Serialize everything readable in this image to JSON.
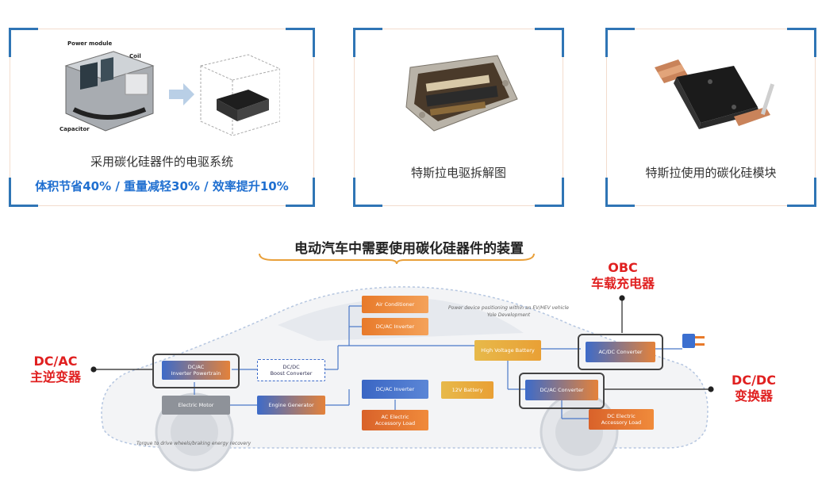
{
  "panels": [
    {
      "caption": "采用碳化硅器件的电驱系统",
      "highlight": "体积节省40% / 重量减轻30% / 效率提升10%",
      "labels": {
        "power_module": "Power module",
        "coil": "Coil",
        "capacitor": "Capacitor"
      }
    },
    {
      "caption": "特斯拉电驱拆解图"
    },
    {
      "caption": "特斯拉使用的碳化硅模块"
    }
  ],
  "diagram": {
    "title": "电动汽车中需要使用碳化硅器件的装置",
    "note": "Power device positioning within an EV/HEV vehicle\nYole Development",
    "bottom_note": "Torque to drive wheels/braking energy recovery",
    "boxes": {
      "air_conditioner": "Air Conditioner",
      "dcac_inverter_top": "DC/AC Inverter",
      "high_voltage_battery": "High Voltage Battery",
      "acdc_converter": "AC/DC Converter",
      "dcac_inverter_powertrain": "DC/AC\nInverter Powertrain",
      "boost_converter": "DC/DC\nBoost Converter",
      "electric_motor": "Electric Motor",
      "engine_generator": "Engine Generator",
      "dcac_inverter_mid": "DC/AC Inverter",
      "battery_12v": "12V Battery",
      "dcdc_converter": "DC/AC Converter",
      "ac_electric_load": "AC Electric\nAccessory Load",
      "dc_electric_load": "DC Electric\nAccessory Load"
    },
    "callouts": {
      "obc_line1": "OBC",
      "obc_line2": "车载充电器",
      "dcac_line1": "DC/AC",
      "dcac_line2": "主逆变器",
      "dcdc_line1": "DC/DC",
      "dcdc_line2": "变换器"
    }
  }
}
